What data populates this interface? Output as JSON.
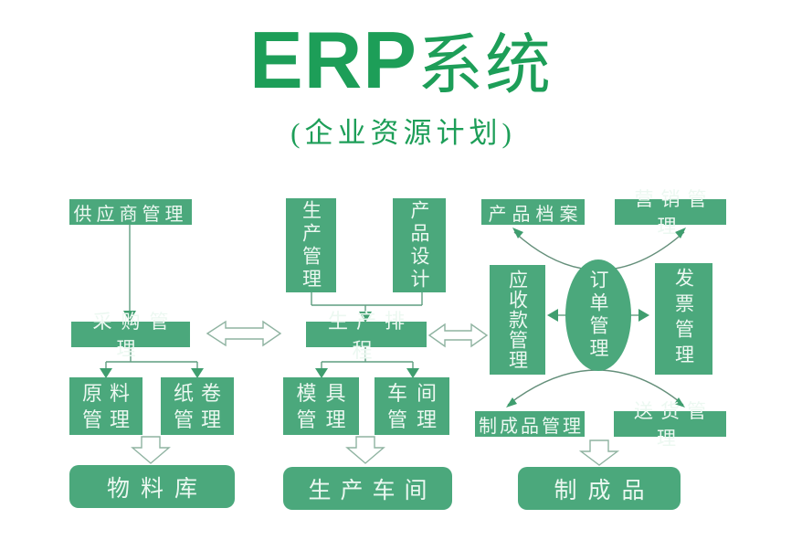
{
  "title": {
    "en": "ERP",
    "cn": "系统",
    "subtitle": "(企业资源计划)"
  },
  "colors": {
    "title_green": "#1d9e58",
    "box_green": "#4ba87c",
    "box_text": "#ecf8f1",
    "line_green": "#5f9e80",
    "arrowhead_green": "#3f9e6f",
    "outline_arrow_stroke": "#8fb3a1",
    "background": "#ffffff"
  },
  "nodes": {
    "supplier": {
      "label": "供应商管理"
    },
    "production_mgmt": {
      "label": "生产管理"
    },
    "product_design": {
      "label": "产品设计"
    },
    "product_archive": {
      "label": "产品档案"
    },
    "marketing": {
      "label": "营销管理"
    },
    "purchasing": {
      "label": "采购管理"
    },
    "scheduling": {
      "label": "生产排程"
    },
    "receivables": {
      "label": "应收款管理"
    },
    "order_mgmt": {
      "label": "订单管理"
    },
    "invoice": {
      "label": "发票管理"
    },
    "raw_material": {
      "line1": "原料",
      "line2": "管理"
    },
    "paper_roll": {
      "line1": "纸卷",
      "line2": "管理"
    },
    "mold": {
      "line1": "模具",
      "line2": "管理"
    },
    "workshop": {
      "line1": "车间",
      "line2": "管理"
    },
    "finished_goods_mgmt": {
      "label": "制成品管理"
    },
    "delivery": {
      "label": "送货管理"
    },
    "material_store": {
      "label": "物料库"
    },
    "production_workshop": {
      "label": "生产车间"
    },
    "finished_goods": {
      "label": "制成品"
    }
  }
}
